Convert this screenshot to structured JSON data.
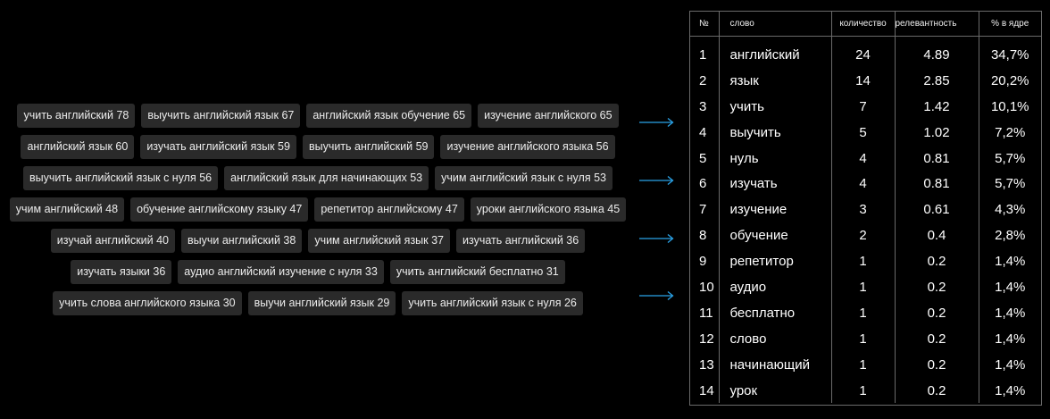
{
  "tags": [
    [
      "учить английский 78",
      "выучить английский язык 67",
      "английский язык обучение 65",
      "изучение английского 65"
    ],
    [
      "английский язык 60",
      "изучать английский язык 59",
      "выучить английский 59",
      "изучение английского языка 56"
    ],
    [
      "выучить английский язык с нуля 56",
      "английский язык для начинающих 53",
      "учим английский язык с нуля 53"
    ],
    [
      "учим английский 48",
      "обучение английскому языку 47",
      "репетитор английскому 47",
      "уроки английского языка 45"
    ],
    [
      "изучай английский 40",
      "выучи английский 38",
      "учим английский язык 37",
      "изучать английский 36"
    ],
    [
      "изучать языки 36",
      "аудио английский изучение с нуля 33",
      "учить английский бесплатно 31"
    ],
    [
      "учить слова английского языка 30",
      "выучи английский язык 29",
      "учить английский язык с нуля 26"
    ]
  ],
  "table": {
    "headers": [
      "№",
      "слово",
      "количество",
      "релевантность",
      "% в ядре"
    ],
    "rows": [
      [
        "1",
        "английский",
        "24",
        "4.89",
        "34,7%"
      ],
      [
        "2",
        "язык",
        "14",
        "2.85",
        "20,2%"
      ],
      [
        "3",
        "учить",
        "7",
        "1.42",
        "10,1%"
      ],
      [
        "4",
        "выучить",
        "5",
        "1.02",
        "7,2%"
      ],
      [
        "5",
        "нуль",
        "4",
        "0.81",
        "5,7%"
      ],
      [
        "6",
        "изучать",
        "4",
        "0.81",
        "5,7%"
      ],
      [
        "7",
        "изучение",
        "3",
        "0.61",
        "4,3%"
      ],
      [
        "8",
        "обучение",
        "2",
        "0.4",
        "2,8%"
      ],
      [
        "9",
        "репетитор",
        "1",
        "0.2",
        "1,4%"
      ],
      [
        "10",
        "аудио",
        "1",
        "0.2",
        "1,4%"
      ],
      [
        "11",
        "бесплатно",
        "1",
        "0.2",
        "1,4%"
      ],
      [
        "12",
        "слово",
        "1",
        "0.2",
        "1,4%"
      ],
      [
        "13",
        "начинающий",
        "1",
        "0.2",
        "1,4%"
      ],
      [
        "14",
        "урок",
        "1",
        "0.2",
        "1,4%"
      ]
    ]
  },
  "colors": {
    "arrow": "#2aa3e8",
    "tag_bg": "#2a2a2a",
    "border": "#6a6a6a"
  },
  "icons": {
    "arrow": "right-arrow-icon"
  }
}
